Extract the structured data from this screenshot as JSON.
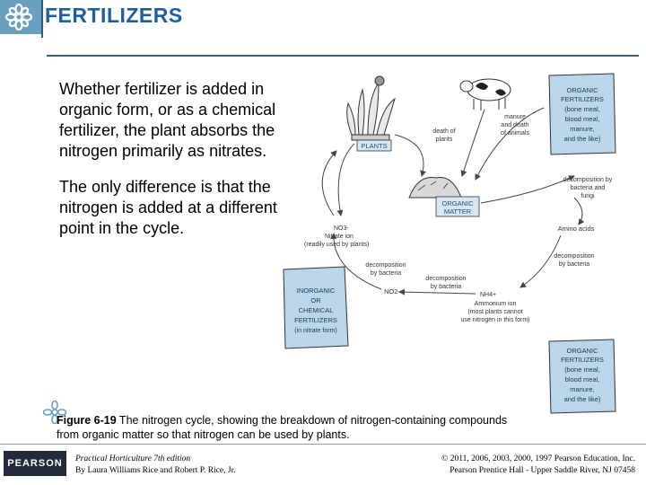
{
  "slide": {
    "title": "FERTILIZERS",
    "paragraph1": "Whether fertilizer is added in organic form, or as a chemical fertilizer, the plant absorbs the nitrogen primarily as nitrates.",
    "paragraph2": "The only difference is that the nitrogen is added at a different point in the cycle."
  },
  "figure": {
    "caption_label": "Figure 6-19",
    "caption_text": " The nitrogen cycle, showing the breakdown of nitrogen-containing compounds from organic matter so that nitrogen can be used by plants.",
    "bag_top_lines": [
      "ORGANIC",
      "FERTILIZERS",
      "(bone meal,",
      "blood meal,",
      "manure,",
      "and the like)"
    ],
    "bag_bottom_lines": [
      "ORGANIC",
      "FERTILIZERS",
      "(bone meal,",
      "blood meal,",
      "manure,",
      "and the like)"
    ],
    "bag_left_lines": [
      "INORGANIC",
      "OR",
      "CHEMICAL",
      "FERTILIZERS",
      "(in nitrate form)"
    ],
    "plants_label": "PLANTS",
    "organic_matter_lines": [
      "ORGANIC",
      "MATTER"
    ],
    "death_of_plants": [
      "death of",
      "plants"
    ],
    "manure_lines": [
      "manure",
      "and death",
      "of animals"
    ],
    "decomp_bacteria_fungi": [
      "decomposition by",
      "bacteria and",
      "fungi"
    ],
    "amino_acids": "Amino acids",
    "decomp_bacteria_right": [
      "decomposition",
      "by bacteria"
    ],
    "no3_lines": [
      "NO3-",
      "Nitrate ion",
      "(readily used by plants)"
    ],
    "decomp_bacteria_mid": [
      "decomposition",
      "by bacteria"
    ],
    "decomp_bacteria_low": [
      "decomposition",
      "by bacteria"
    ],
    "no2_label": "NO2-",
    "nh4_lines": [
      "NH4+",
      "Ammonium ion",
      "(most plants cannot",
      "use nitrogen in this form)"
    ]
  },
  "footer": {
    "publisher_logo": "PEARSON",
    "book_title": "Practical Horticulture 7th edition",
    "authors": "By Laura Williams Rice and Robert P. Rice, Jr.",
    "copyright": "© 2011, 2006, 2003, 2000, 1997 Pearson Education, Inc.",
    "publisher_line": "Pearson Prentice Hall - Upper Saddle River, NJ 07458"
  },
  "colors": {
    "title": "#1d5fa0",
    "accent_bar": "#6a9fc0",
    "bag_fill": "#b9d6ea",
    "label_box": "#d7e8f4",
    "label_text": "#1d4e7a"
  }
}
